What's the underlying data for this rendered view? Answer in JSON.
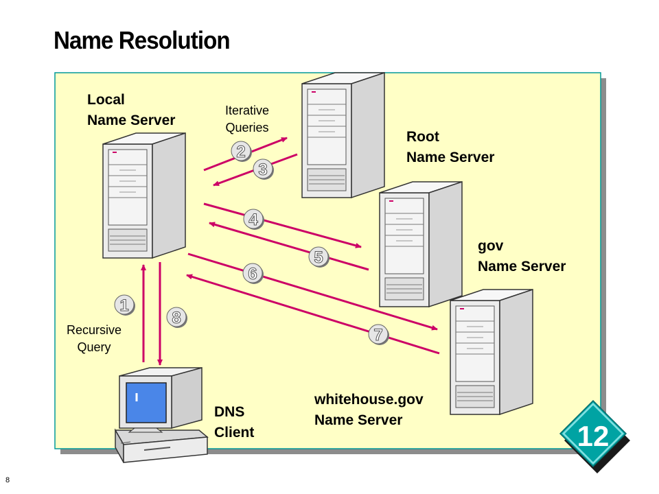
{
  "title": "Name Resolution",
  "labels": {
    "local_line1": "Local",
    "local_line2": "Name Server",
    "iterative_line1": "Iterative",
    "iterative_line2": "Queries",
    "root_line1": "Root",
    "root_line2": "Name Server",
    "gov_line1": "gov",
    "gov_line2": "Name Server",
    "whitehouse_line1": "whitehouse.gov",
    "whitehouse_line2": "Name Server",
    "dns_line1": "DNS",
    "dns_line2": "Client",
    "recursive_line1": "Recursive",
    "recursive_line2": "Query"
  },
  "steps": [
    "1",
    "2",
    "3",
    "4",
    "5",
    "6",
    "7",
    "8"
  ],
  "badge": "12",
  "slide_number": "8",
  "colors": {
    "panel": "#ffffc6",
    "panel_border": "#009999",
    "arrow": "#cc0066",
    "badge": "#00a3a3",
    "server_fill": "#e8e8e8"
  }
}
